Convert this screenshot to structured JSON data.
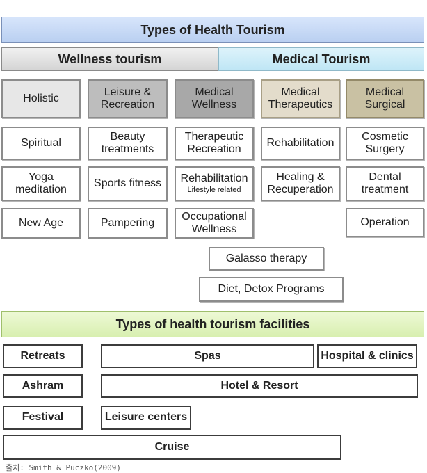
{
  "title": "Types of Health Tourism",
  "categories": {
    "wellness": "Wellness tourism",
    "medical": "Medical Tourism"
  },
  "types": {
    "holistic": "Holistic",
    "leisure_recreation": "Leisure & Recreation",
    "medical_wellness": "Medical Wellness",
    "medical_therapeutics": "Medical Therapeutics",
    "medical_surgical": "Medical Surgical"
  },
  "items": {
    "spiritual": "Spiritual",
    "yoga_meditation": "Yoga meditation",
    "new_age": "New Age",
    "beauty_treatments": "Beauty treatments",
    "sports_fitness": "Sports fitness",
    "pampering": "Pampering",
    "therapeutic_recreation": "Therapeutic Recreation",
    "rehabilitation_main": "Rehabilitation",
    "rehabilitation_sub": "Lifestyle related",
    "occupational_wellness": "Occupational Wellness",
    "galasso_therapy": "Galasso therapy",
    "diet_detox": "Diet, Detox Programs",
    "rehabilitation": "Rehabilitation",
    "healing_recuperation": "Healing & Recuperation",
    "cosmetic_surgery": "Cosmetic Surgery",
    "dental_treatment": "Dental treatment",
    "operation": "Operation"
  },
  "facilities_title": "Types of health tourism facilities",
  "facilities": {
    "retreats": "Retreats",
    "spas": "Spas",
    "hospital_clinics": "Hospital & clinics",
    "ashram": "Ashram",
    "hotel_resort": "Hotel & Resort",
    "festival": "Festival",
    "leisure_centers": "Leisure centers",
    "cruise": "Cruise"
  },
  "source": "출처: Smith & Puczko(2009)",
  "colors": {
    "title_bar": "#c6d9f7",
    "wellness_bar": "#e0e0e0",
    "medical_bar": "#cdebf7",
    "facilities_bar": "#e2f3c2",
    "medical_surgical": "#c9c1a3"
  }
}
